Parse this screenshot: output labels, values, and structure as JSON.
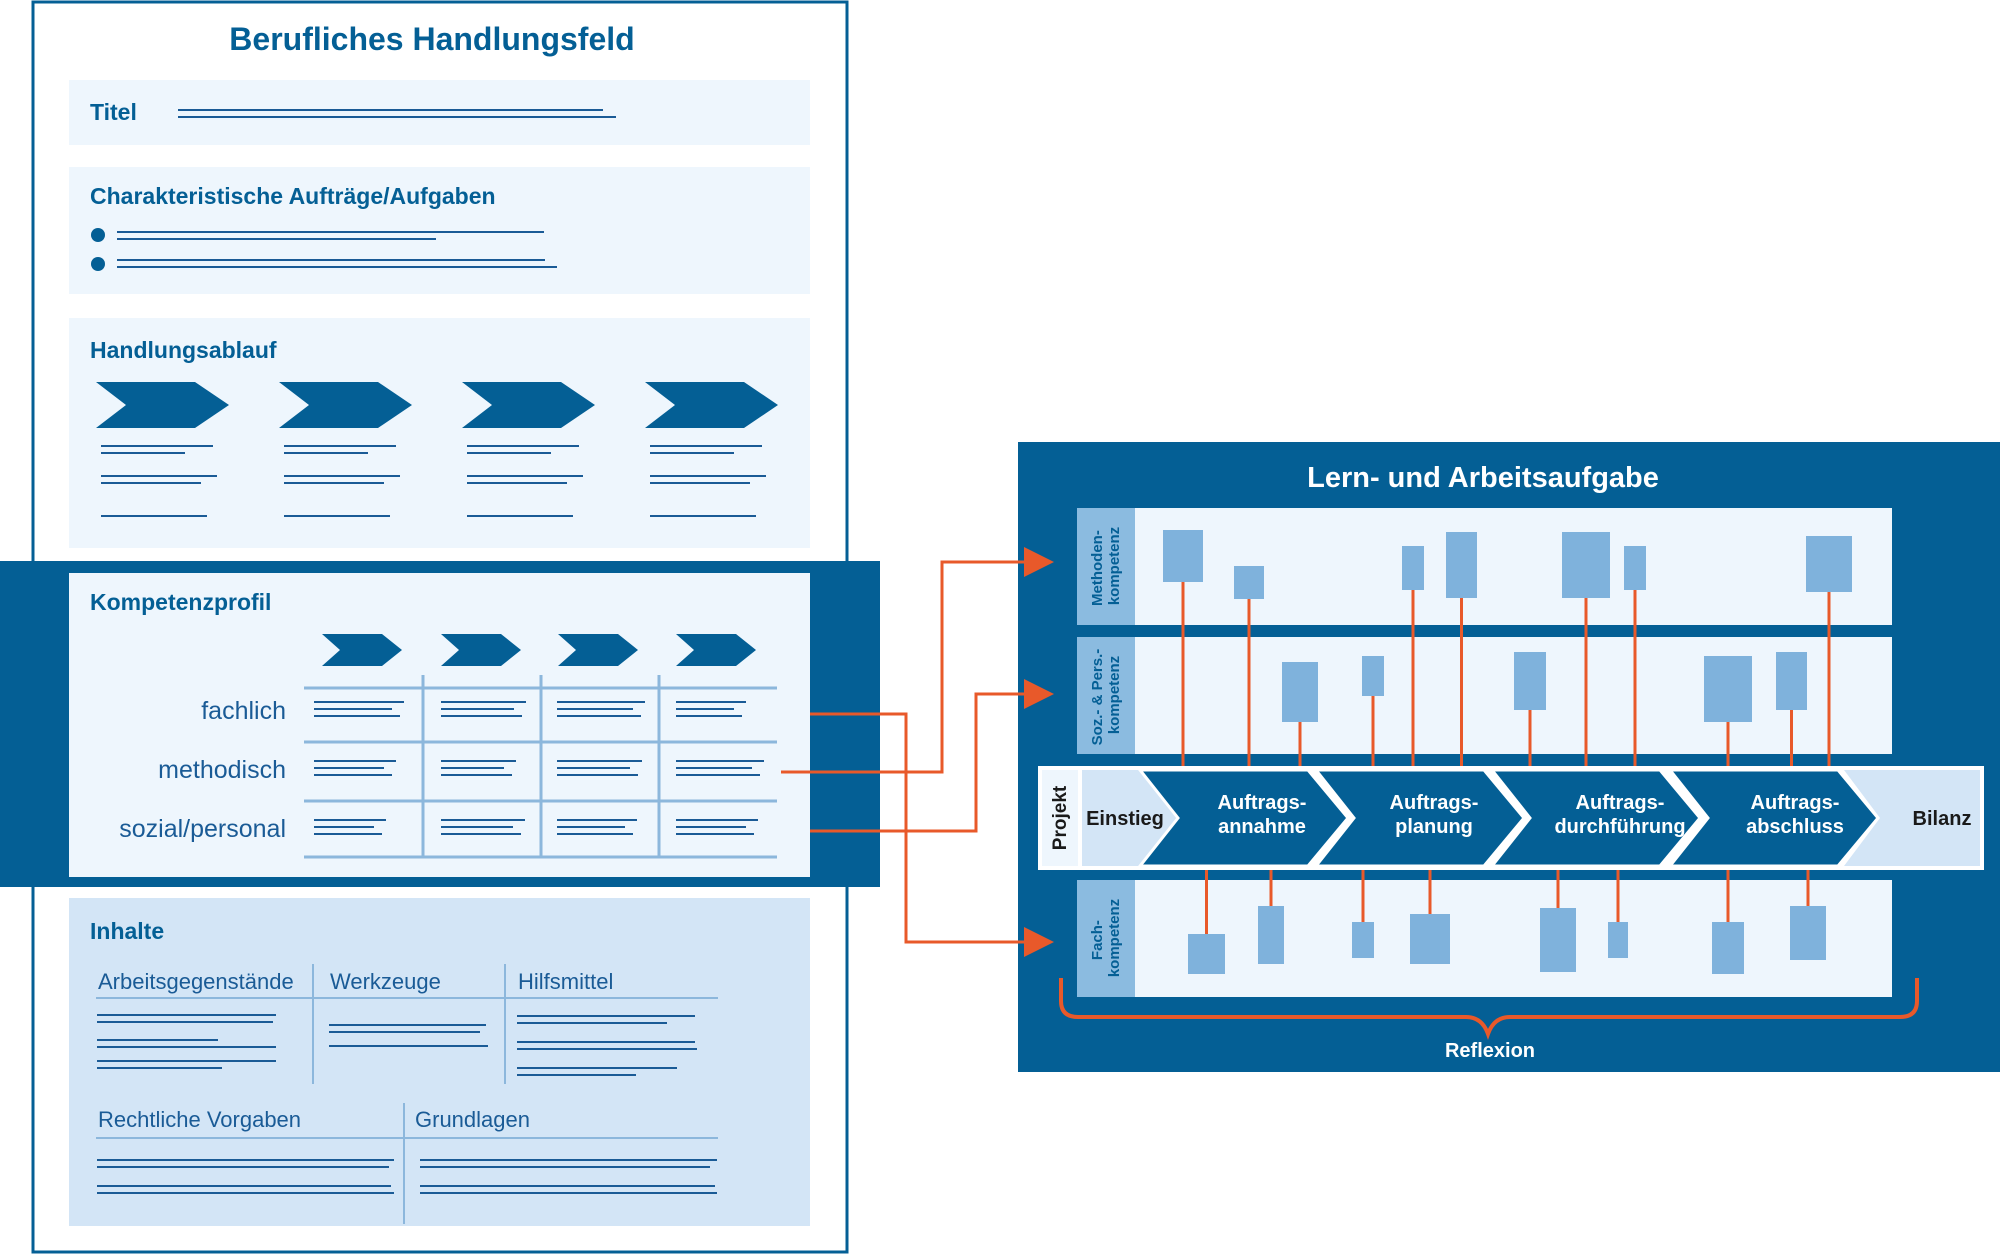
{
  "colors": {
    "dark_blue": "#045f95",
    "panel_light": "#eef6fd",
    "panel_mid": "#d3e5f6",
    "step_light": "#d3e5f6",
    "label_bar": "#8bbbe0",
    "accent_box": "#7fb2dc",
    "orange": "#e8592a",
    "line_blue": "#1a5b96",
    "grid_blue": "#8cb7dc",
    "white": "#ffffff"
  },
  "left": {
    "title": "Berufliches Handlungsfeld",
    "titel_label": "Titel",
    "auftraege_label": "Charakteristische Aufträge/Aufgaben",
    "handlungsablauf_label": "Handlungsablauf",
    "kompetenz": {
      "title": "Kompetenzprofil",
      "rows": [
        "fachlich",
        "methodisch",
        "sozial/personal"
      ]
    },
    "inhalte": {
      "title": "Inhalte",
      "cols_top": [
        "Arbeitsgegenstände",
        "Werkzeuge",
        "Hilfsmittel"
      ],
      "cols_bottom": [
        "Rechtliche Vorgaben",
        "Grundlagen"
      ]
    }
  },
  "right": {
    "title": "Lern- und Arbeitsaufgabe",
    "band_methoden": [
      "Methoden-",
      "kompetenz"
    ],
    "band_soz": [
      "Soz.- & Pers.-",
      "kompetenz"
    ],
    "band_fach": [
      "Fach-",
      "kompetenz"
    ],
    "projekt_label": "Projekt",
    "steps": [
      {
        "line1": "Einstieg",
        "line2": ""
      },
      {
        "line1": "Auftrags-",
        "line2": "annahme"
      },
      {
        "line1": "Auftrags-",
        "line2": "planung"
      },
      {
        "line1": "Auftrags-",
        "line2": "durchführung"
      },
      {
        "line1": "Auftrags-",
        "line2": "abschluss"
      },
      {
        "line1": "Bilanz",
        "line2": ""
      }
    ],
    "reflexion_label": "Reflexion"
  }
}
